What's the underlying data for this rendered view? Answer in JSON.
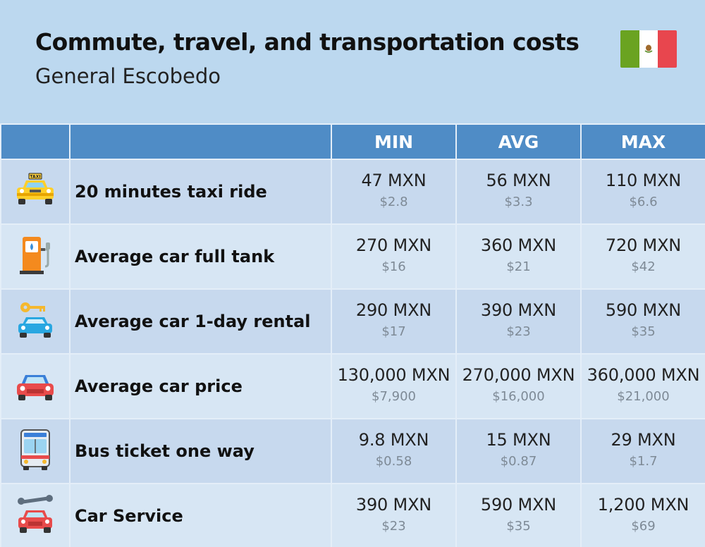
{
  "header": {
    "title": "Commute, travel, and transportation costs",
    "subtitle": "General Escobedo",
    "flag": "mexico-flag"
  },
  "colors": {
    "background": "#bcd8ef",
    "header_row": "#4f8cc6",
    "row_a": "#c7d9ee",
    "row_b": "#d7e6f4"
  },
  "table": {
    "columns": [
      "",
      "",
      "MIN",
      "AVG",
      "MAX"
    ],
    "rows": [
      {
        "icon": "taxi-icon",
        "label": "20 minutes taxi ride",
        "min": "47 MXN",
        "min_usd": "$2.8",
        "avg": "56 MXN",
        "avg_usd": "$3.3",
        "max": "110 MXN",
        "max_usd": "$6.6"
      },
      {
        "icon": "fuel-pump-icon",
        "label": "Average car full tank",
        "min": "270 MXN",
        "min_usd": "$16",
        "avg": "360 MXN",
        "avg_usd": "$21",
        "max": "720 MXN",
        "max_usd": "$42"
      },
      {
        "icon": "car-key-icon",
        "label": "Average car 1-day rental",
        "min": "290 MXN",
        "min_usd": "$17",
        "avg": "390 MXN",
        "avg_usd": "$23",
        "max": "590 MXN",
        "max_usd": "$35"
      },
      {
        "icon": "car-icon",
        "label": "Average car price",
        "min": "130,000 MXN",
        "min_usd": "$7,900",
        "avg": "270,000 MXN",
        "avg_usd": "$16,000",
        "max": "360,000 MXN",
        "max_usd": "$21,000"
      },
      {
        "icon": "bus-icon",
        "label": "Bus ticket one way",
        "min": "9.8 MXN",
        "min_usd": "$0.58",
        "avg": "15 MXN",
        "avg_usd": "$0.87",
        "max": "29 MXN",
        "max_usd": "$1.7"
      },
      {
        "icon": "wrench-car-icon",
        "label": "Car Service",
        "min": "390 MXN",
        "min_usd": "$23",
        "avg": "590 MXN",
        "avg_usd": "$35",
        "max": "1,200 MXN",
        "max_usd": "$69"
      }
    ]
  }
}
